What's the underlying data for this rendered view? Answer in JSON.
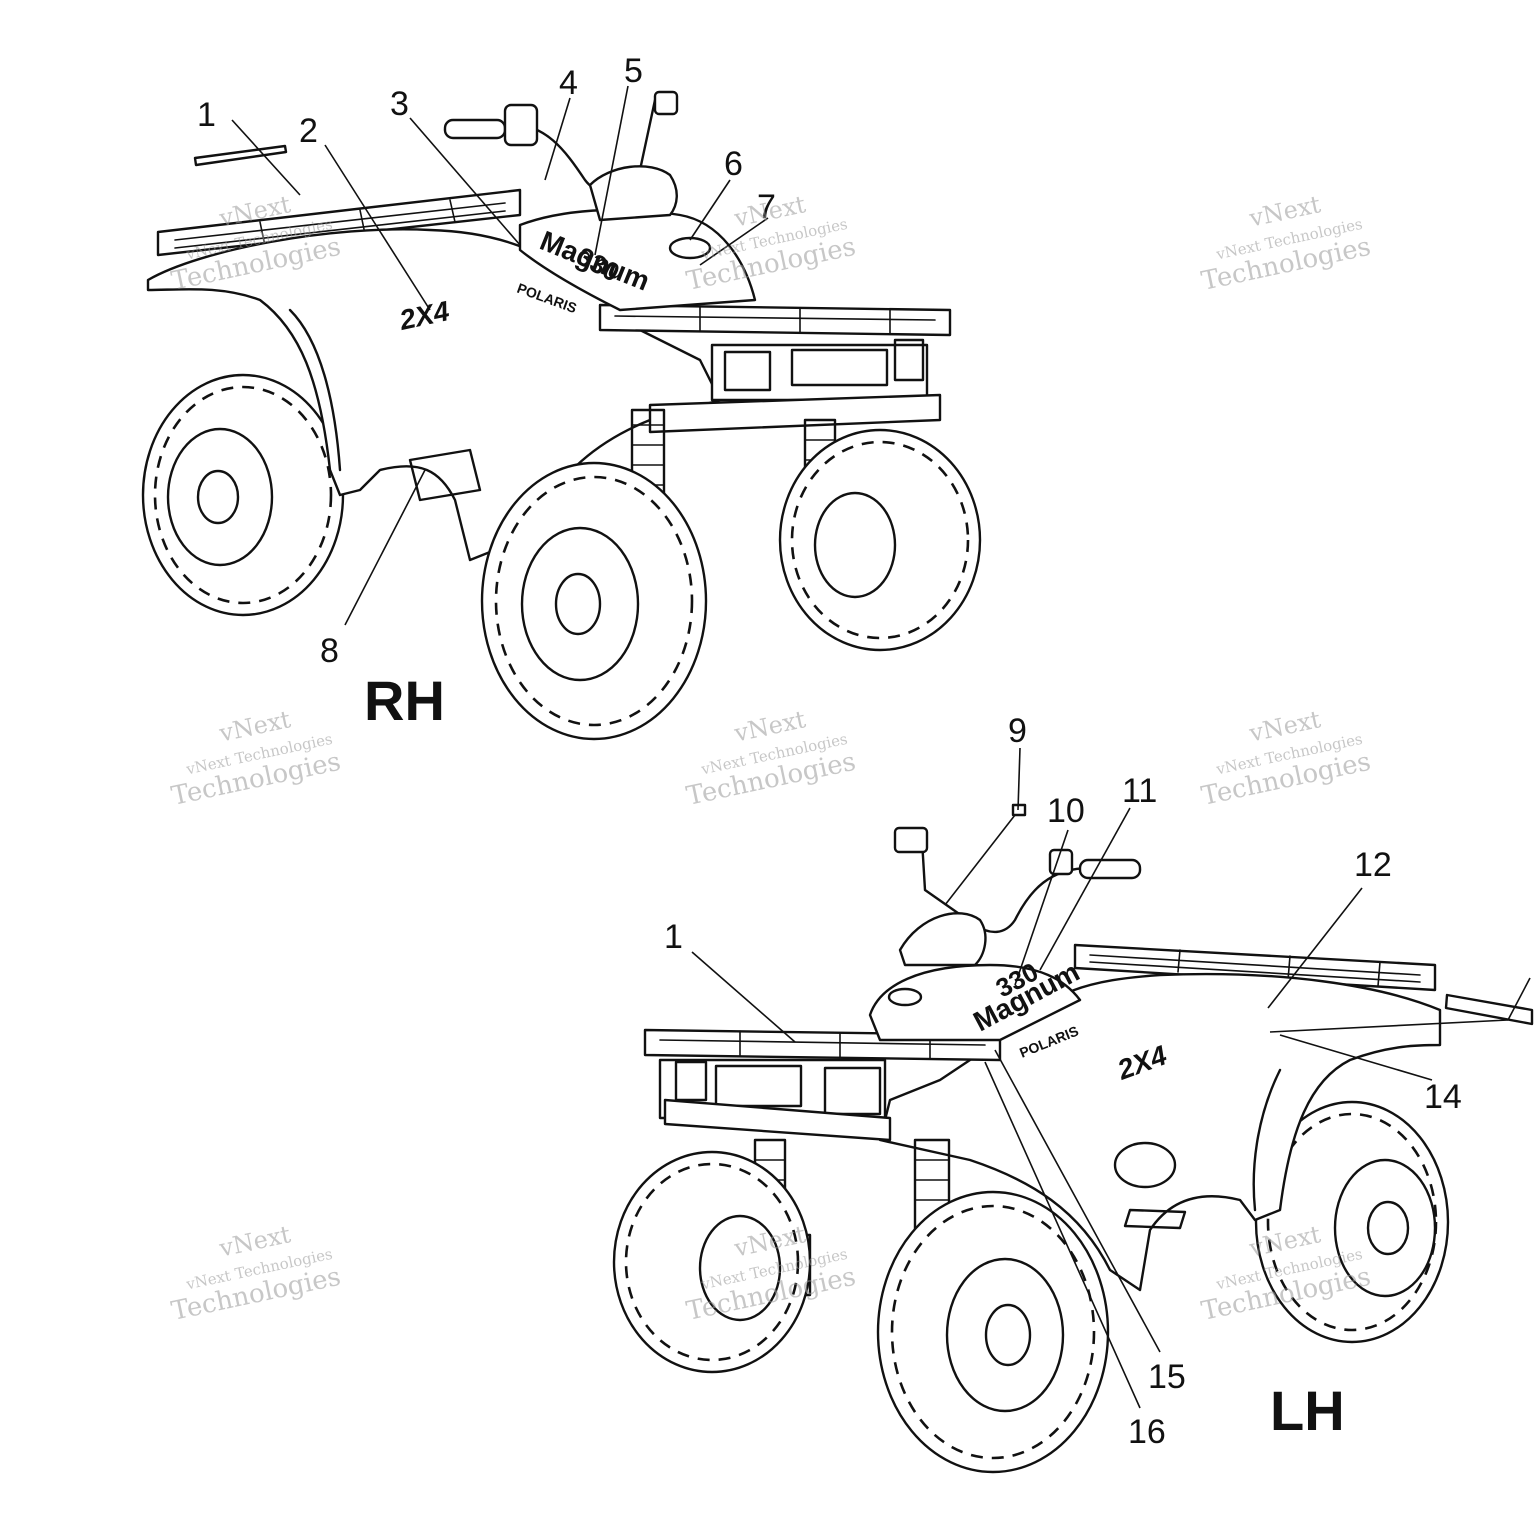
{
  "views": {
    "rh": {
      "label": "RH"
    },
    "lh": {
      "label": "LH"
    }
  },
  "callouts": {
    "rh": [
      "1",
      "2",
      "3",
      "4",
      "5",
      "6",
      "7",
      "8"
    ],
    "lh": [
      "9",
      "10",
      "11",
      "1",
      "12",
      "14",
      "15",
      "16"
    ]
  },
  "decals": {
    "model_number": "330",
    "model_name": "Magnum",
    "brand": "POLARIS",
    "drive": "2X4"
  },
  "watermark": {
    "line1": "vNext",
    "line2": "vNext Technologies",
    "line3": "Technologies"
  },
  "colors": {
    "ink": "#111111",
    "watermark": "#9a9a9a",
    "background": "#ffffff"
  }
}
